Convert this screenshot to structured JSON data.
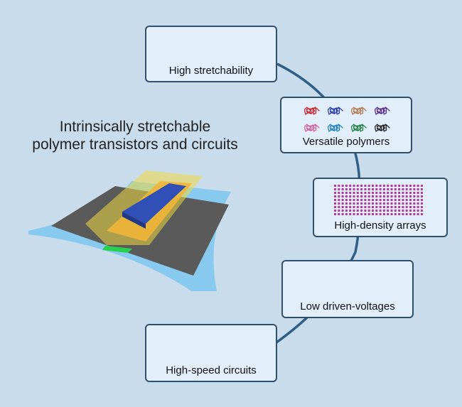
{
  "title": {
    "line1": "Intrinsically stretchable",
    "line2": "polymer transistors and circuits"
  },
  "features": [
    {
      "label": "High stretchability",
      "icon": "stretch-connector-icon"
    },
    {
      "label": "Versatile polymers",
      "icon": "polymer-chains-icon"
    },
    {
      "label": "High-density arrays",
      "icon": "dot-array-icon"
    },
    {
      "label": "Low driven-voltages",
      "icon": "battery-icon"
    },
    {
      "label": "High-speed circuits",
      "icon": "square-wave-icon"
    }
  ],
  "colors": {
    "background": "#c9dcec",
    "box_fill": "#e2eef9",
    "box_border": "#2f4f6e",
    "arc": "#2f5f86",
    "polymer_colors": [
      "#c8202a",
      "#2a3aa8",
      "#b07a50",
      "#5a2a8a",
      "#d060a0",
      "#2080c0",
      "#208040",
      "#222222"
    ],
    "array_dot": "#b23a9a",
    "battery_fill": "#4f7a3a",
    "wave": "#8a5a1a"
  }
}
